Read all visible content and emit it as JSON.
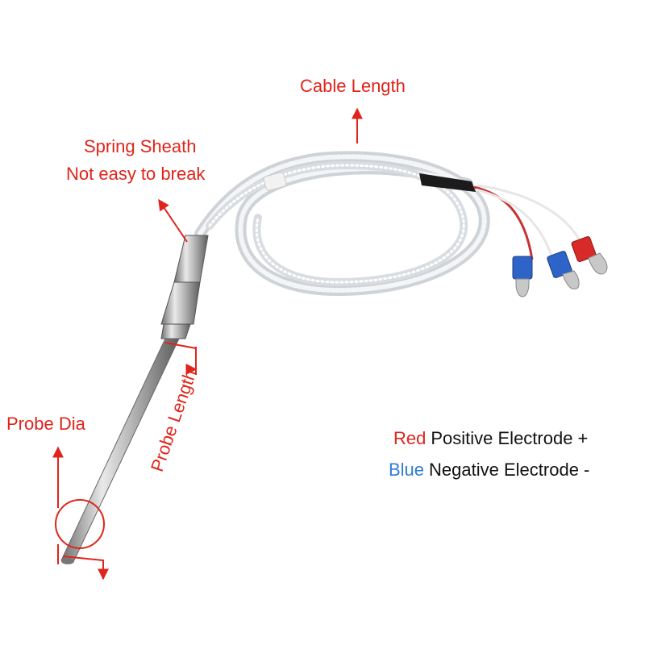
{
  "labels": {
    "cable_length": "Cable Length",
    "spring_sheath_line1": "Spring Sheath",
    "spring_sheath_line2": "Not easy to break",
    "probe_dia": "Probe Dia",
    "probe_length": "Probe Length"
  },
  "legend": {
    "red_word": "Red",
    "red_text": "Positive Electrode +",
    "blue_word": "Blue",
    "blue_text": "Negative Electrode -"
  },
  "colors": {
    "annotation": "#e0241b",
    "legend_red": "#e0241b",
    "legend_blue": "#2f7bd8",
    "legend_text": "#111111"
  },
  "icons": [
    "thermocouple-probe",
    "braided-cable",
    "fork-terminal-red",
    "fork-terminal-blue"
  ]
}
